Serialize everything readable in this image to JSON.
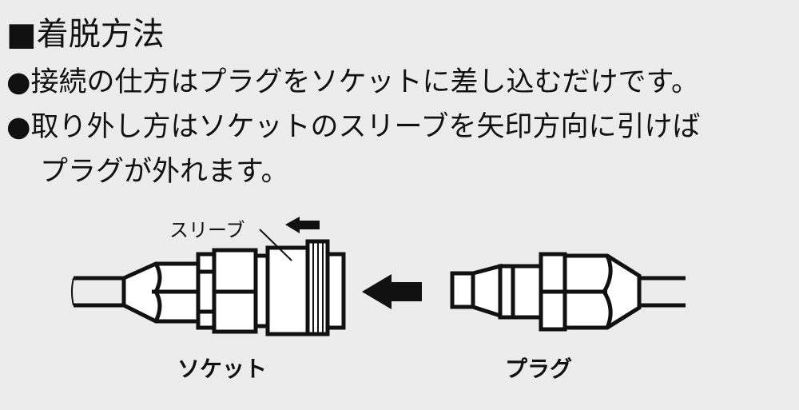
{
  "heading": "■着脱方法",
  "instructions": [
    "●接続の仕方はプラグをソケットに差し込むだけです。",
    "●取り外し方はソケットのスリーブを矢印方向に引けば",
    "プラグが外れます。"
  ],
  "diagram": {
    "sleeve_label": "スリーブ",
    "socket_label": "ソケット",
    "plug_label": "プラグ"
  }
}
